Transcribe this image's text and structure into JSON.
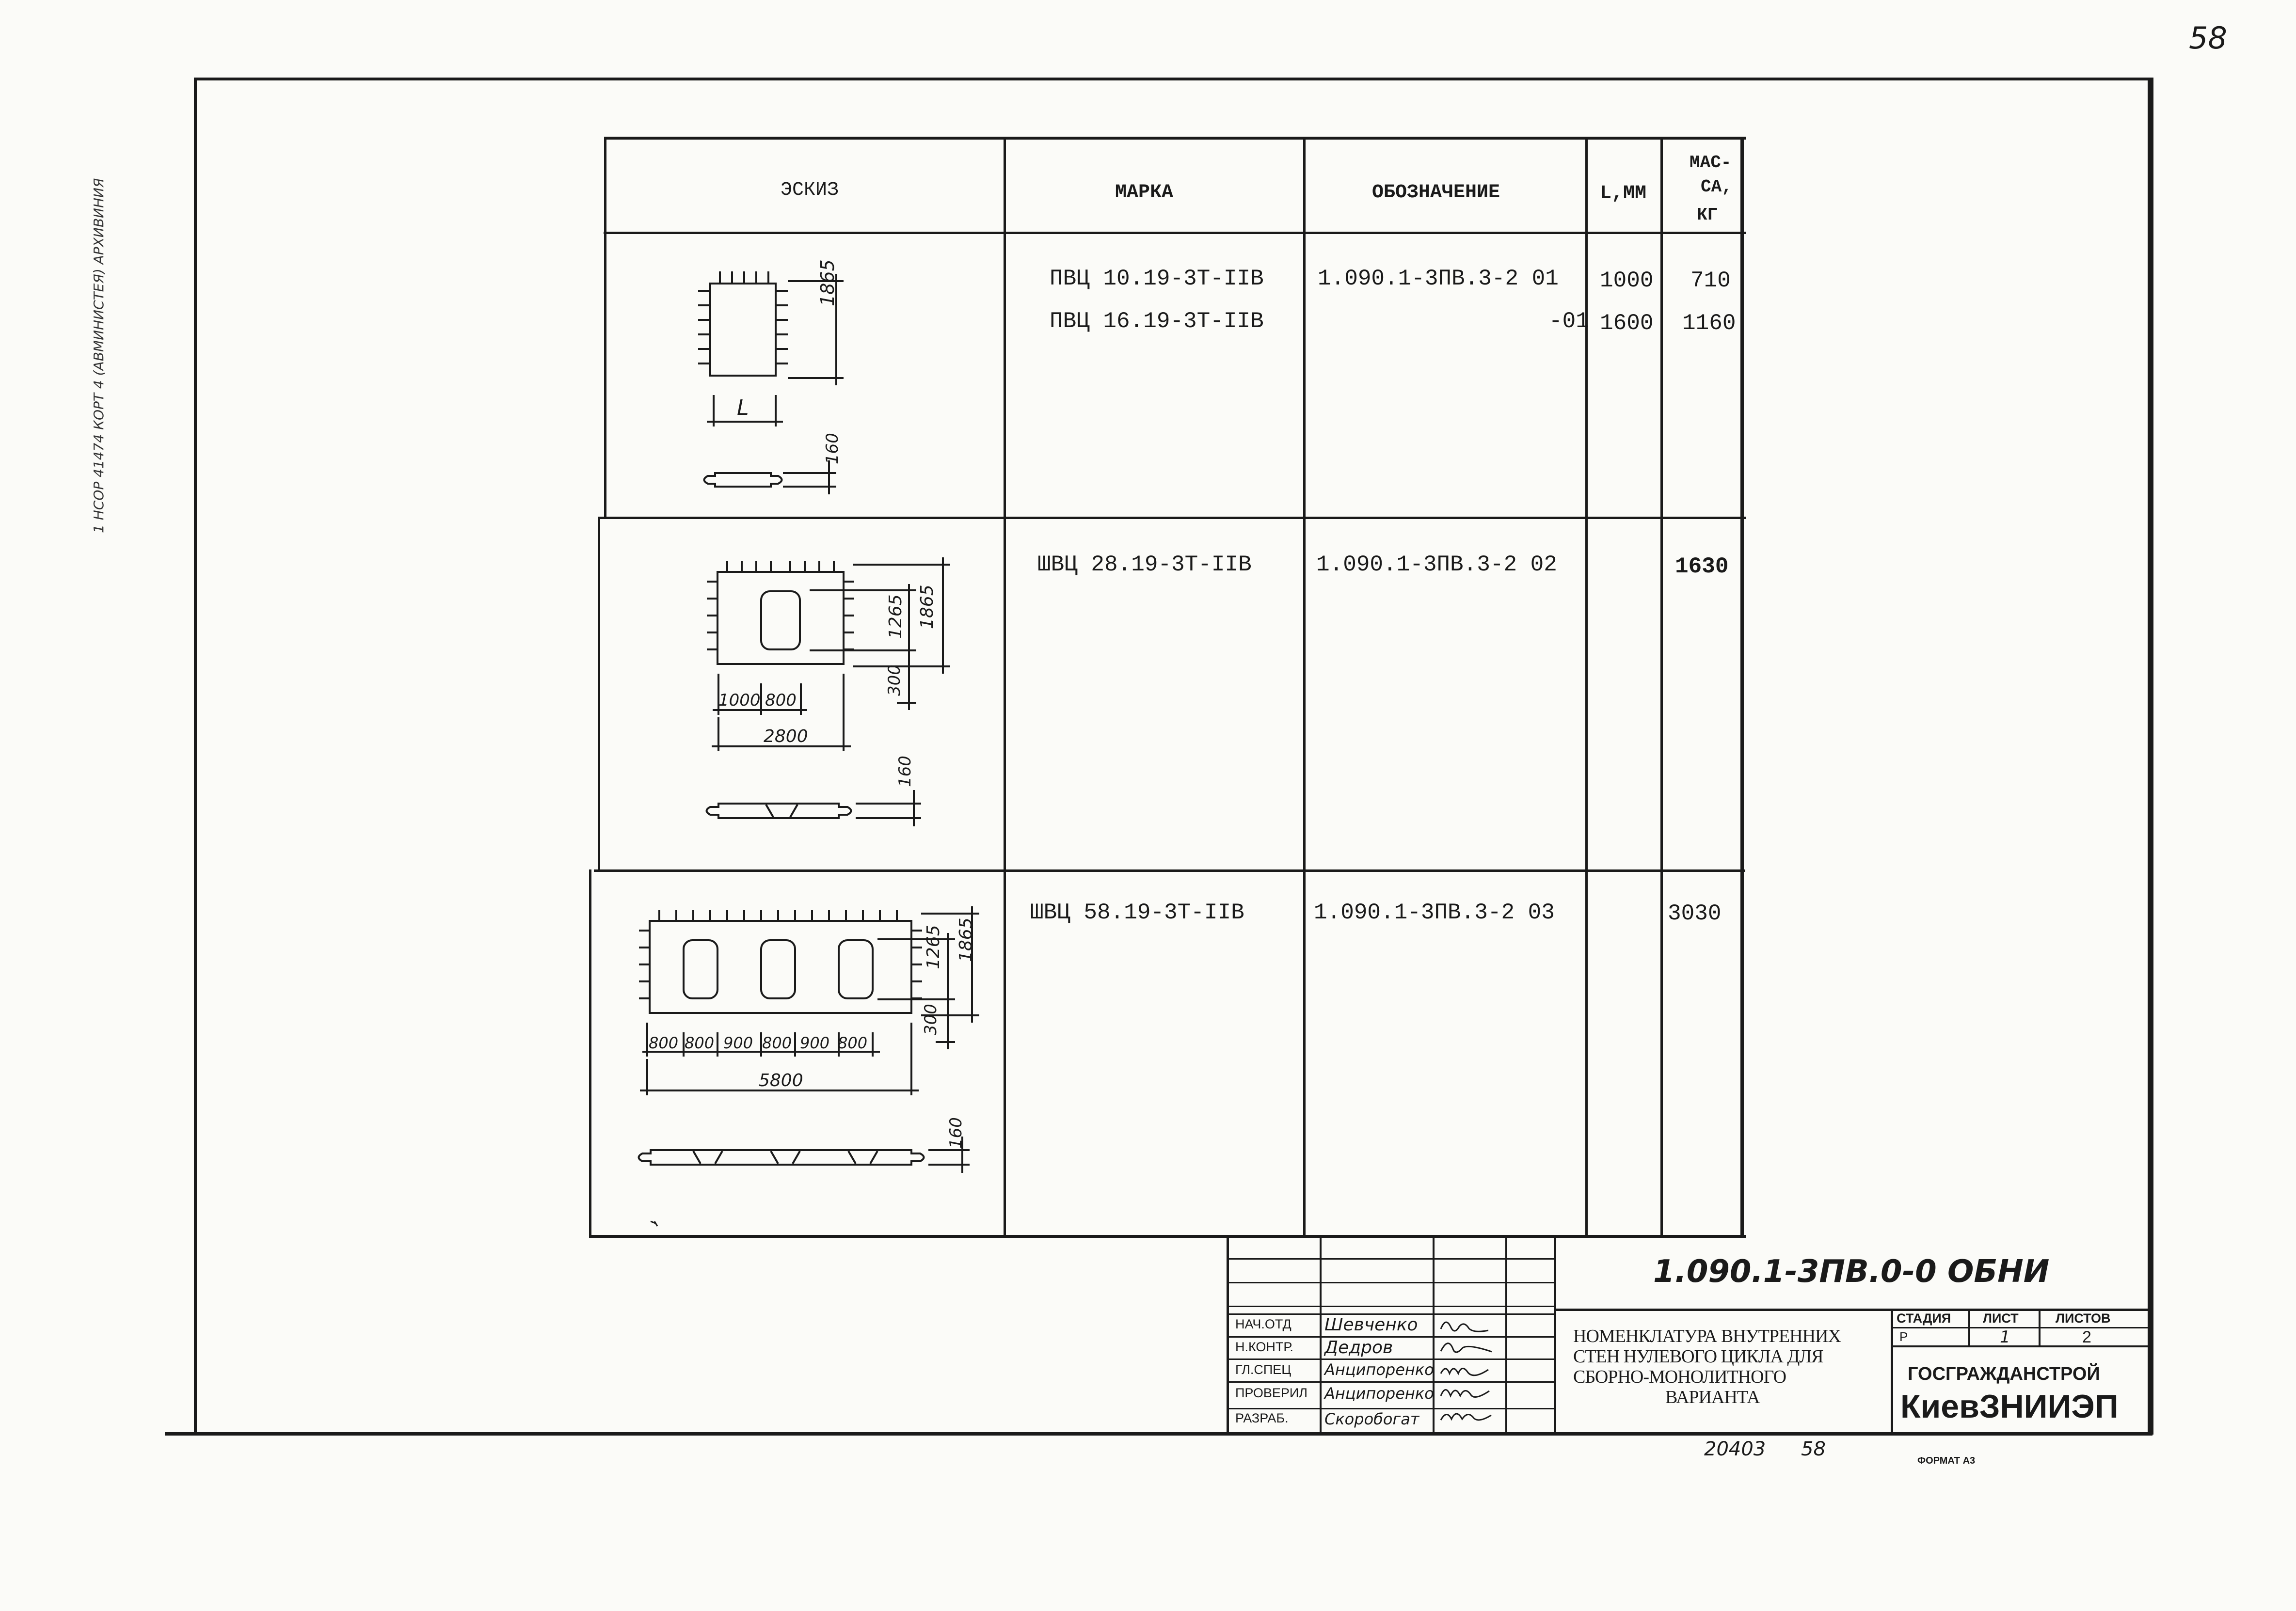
{
  "page_number": "58",
  "margin_note": "1 HСОР 41474 КОРТ 4 (АВМИНИСТЕЯ) АРХИВИНИЯ",
  "table": {
    "headers": {
      "sketch": "ЭСКИЗ",
      "mark": "МАРКА",
      "designation": "ОБОЗНАЧЕНИЕ",
      "length": "L,ММ",
      "mass_l1": "МАС-",
      "mass_l2": "СА,",
      "mass_l3": "КГ"
    },
    "rows": [
      {
        "marks": [
          "ПВЦ 10.19-3Т-IIВ",
          "ПВЦ 16.19-3Т-IIВ"
        ],
        "designations": [
          "1.090.1-3ПВ.3-2 01",
          "-01"
        ],
        "lengths": [
          "1000",
          "1600"
        ],
        "masses": [
          "710",
          "1160"
        ],
        "dims": {
          "height": "1865",
          "length_label": "L",
          "thickness": "160"
        }
      },
      {
        "marks": [
          "ШВЦ 28.19-3Т-IIВ"
        ],
        "designations": [
          "1.090.1-3ПВ.3-2 02"
        ],
        "lengths": [],
        "masses": [
          "1630"
        ],
        "dims": {
          "opening_h": "1265",
          "height": "1865",
          "sill": "300",
          "seg1": "1000",
          "seg2": "800",
          "total": "2800",
          "thickness": "160"
        }
      },
      {
        "marks": [
          "ШВЦ 58.19-3Т-IIВ"
        ],
        "designations": [
          "1.090.1-3ПВ.3-2 03"
        ],
        "lengths": [],
        "masses": [
          "3030"
        ],
        "dims": {
          "opening_h": "1265",
          "height": "1865",
          "sill": "300",
          "segs": [
            "800",
            "800",
            "900",
            "800",
            "900",
            "800"
          ],
          "total": "5800",
          "thickness": "160"
        }
      }
    ]
  },
  "title_block": {
    "doc_code": "1.090.1-3ПВ.0-0 ОБНИ",
    "title_lines": [
      "НОМЕНКЛАТУРА ВНУТРЕННИХ",
      "СТЕН НУЛЕВОГО ЦИКЛА ДЛЯ",
      "СБОРНО-МОНОЛИТНОГО",
      "ВАРИАНТА"
    ],
    "roles": [
      "НАЧ.ОТД",
      "Н.КОНТР.",
      "ГЛ.СПЕЦ",
      "ПРОВЕРИЛ",
      "РАЗРАБ."
    ],
    "names": [
      "Шевченко",
      "Дедров",
      "Анципоренко",
      "Анципоренко",
      "Скоробогат"
    ],
    "stage_label": "СТАДИЯ",
    "sheet_label": "ЛИСТ",
    "sheets_label": "ЛИСТОВ",
    "stage": "Р",
    "sheet": "1",
    "sheets": "2",
    "org_line1": "ГОСГРАЖДАНСТРОЙ",
    "org_line2": "КиевЗНИИЭП"
  },
  "footer": {
    "archive_no": "20403",
    "page": "58",
    "format": "ФОРМАТ А3"
  }
}
